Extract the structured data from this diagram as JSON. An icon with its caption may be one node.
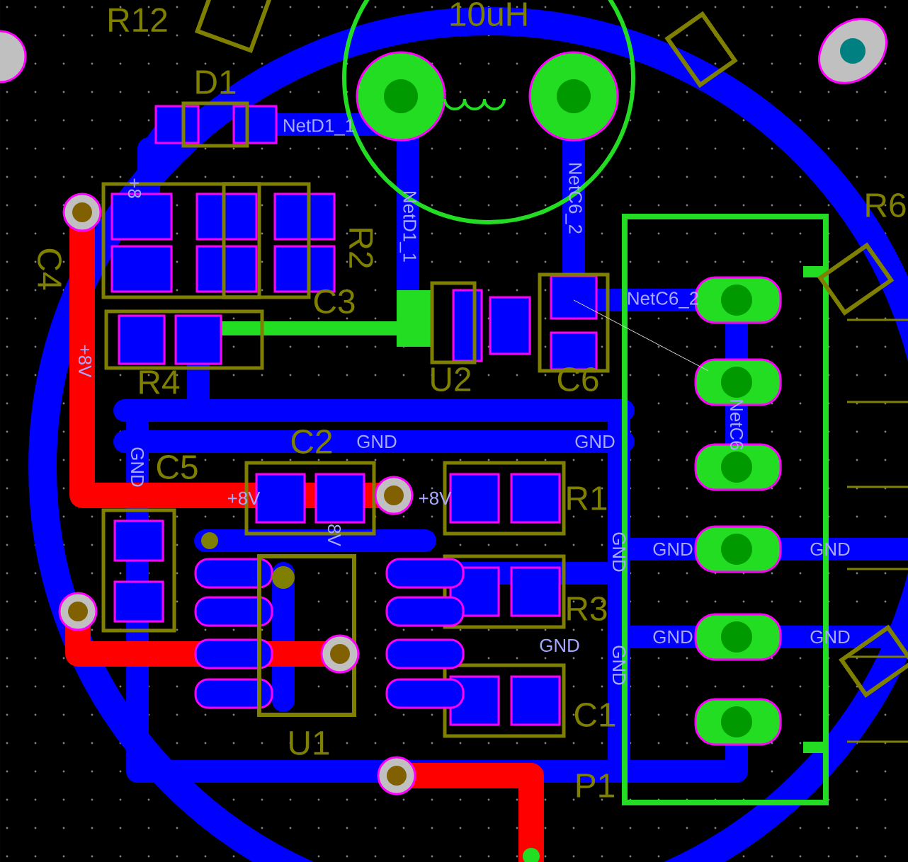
{
  "diagram": {
    "labels": [
      "R12",
      "10uH",
      "D1",
      "NetD1_1",
      "+8",
      "NetD1_1",
      "NetC6_2",
      "R6",
      "C4",
      "R2",
      "NetC6_2",
      "C3",
      "+8V",
      "R4",
      "U2",
      "C6",
      "NetC6",
      "C2",
      "GND",
      "GND",
      "GND",
      "C5",
      "+8V",
      "+8V",
      "R1",
      "8V",
      "GND",
      "GND",
      "GND",
      "R3",
      "GND",
      "GND",
      "GND",
      "GND",
      "C1",
      "U1",
      "P1"
    ]
  }
}
